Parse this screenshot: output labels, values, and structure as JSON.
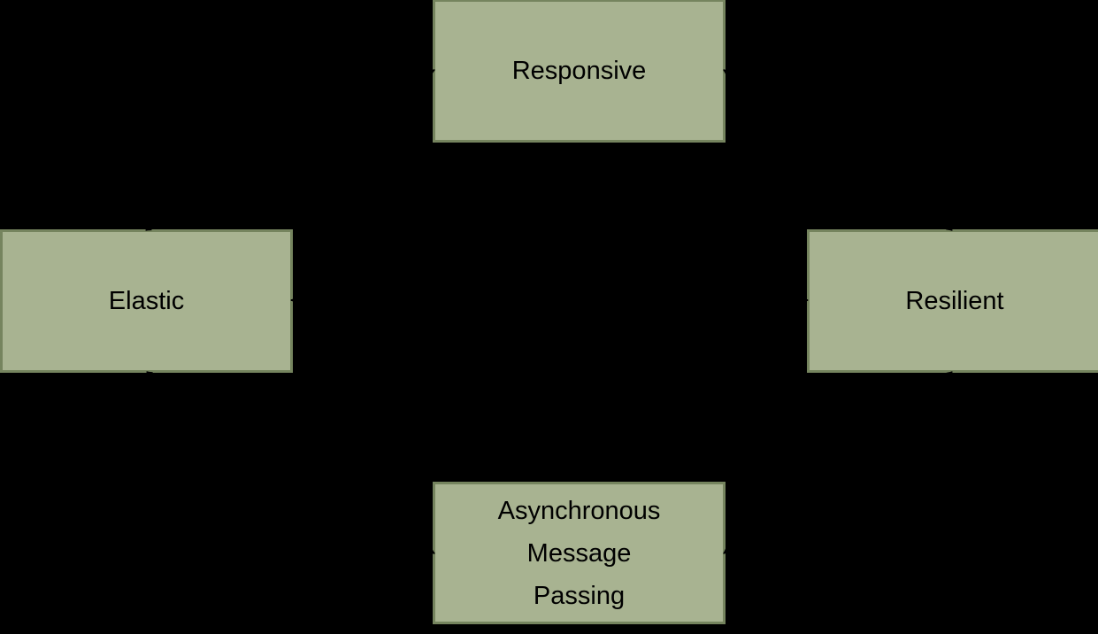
{
  "style": {
    "background": "#000000",
    "node_fill": "#a8b391",
    "node_border": "#75845e",
    "node_text": "#000000",
    "connector": "#000000"
  },
  "nodes": {
    "responsive": {
      "label": "Responsive"
    },
    "elastic": {
      "label": "Elastic"
    },
    "resilient": {
      "label": "Resilient"
    },
    "async": {
      "label": "Asynchronous\nMessage\nPassing"
    }
  },
  "edges": [
    {
      "from": "elastic",
      "to": "responsive",
      "style": "double-arrow"
    },
    {
      "from": "resilient",
      "to": "responsive",
      "style": "double-arrow"
    },
    {
      "from": "elastic",
      "to": "resilient",
      "style": "double-arrow"
    },
    {
      "from": "elastic",
      "to": "async",
      "style": "double-arrow"
    },
    {
      "from": "resilient",
      "to": "async",
      "style": "double-arrow"
    }
  ]
}
